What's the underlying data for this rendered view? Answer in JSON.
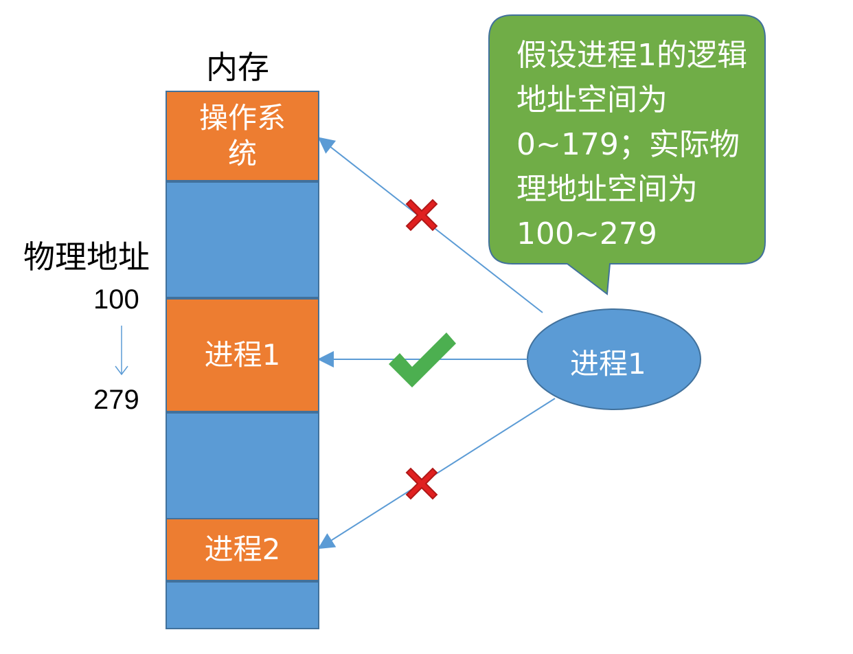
{
  "memory": {
    "title": "内存",
    "blocks": {
      "os": "操作系统",
      "process1": "进程1",
      "process2": "进程2"
    }
  },
  "physical_address": {
    "label": "物理地址",
    "start": "100",
    "end": "279"
  },
  "callout": {
    "text": "假设进程1的逻辑地址空间为 0~179；实际物理地址空间为 100~279"
  },
  "process_node": {
    "label": "进程1"
  },
  "colors": {
    "orange": "#ED7D31",
    "blue": "#5B9BD5",
    "green": "#70AD47",
    "red_cross": "#E02020",
    "check": "#4CAF50"
  }
}
